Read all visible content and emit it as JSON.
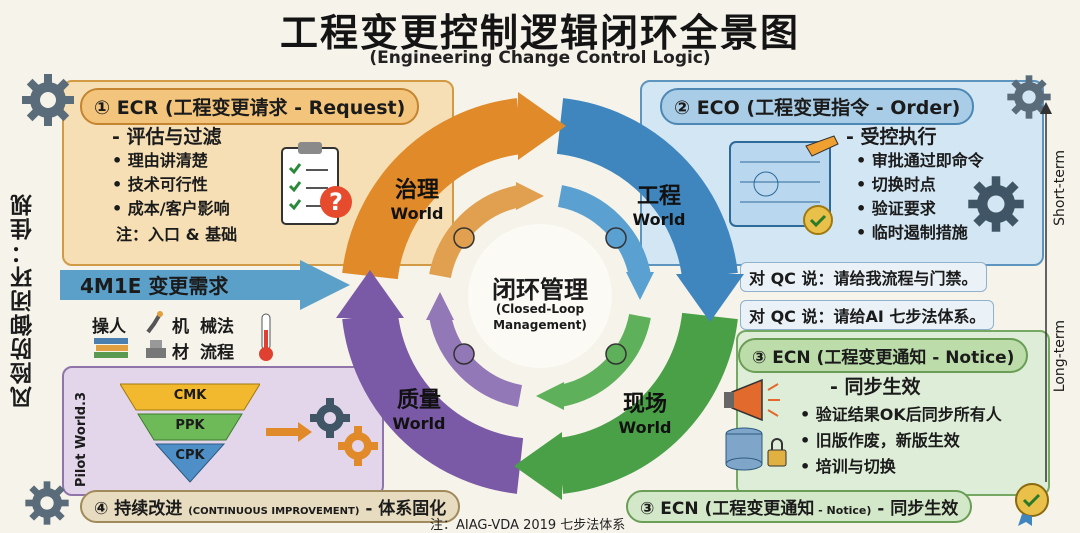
{
  "title": "工程变更控制逻辑闭环全景图",
  "subtitle": "(Engineering Change Control Logic)",
  "left_vertical": "风险防御闭环：佳规",
  "ecr": {
    "banner": "① ECR (工程变更请求 - Request)",
    "sub": "- 评估与过滤",
    "bullets": [
      "• 理由讲清楚",
      "• 技术可行性",
      "• 成本/客户影响"
    ],
    "note": "注：入口 & 基础"
  },
  "eco": {
    "banner": "② ECO (工程变更指令 - Order)",
    "sub": "- 受控执行",
    "bullets": [
      "• 审批通过即命令",
      "• 切换时点",
      "• 验证要求",
      "• 临时遏制措施"
    ]
  },
  "qc": {
    "line1": "对 QC 说：请给我流程与门禁。",
    "line2": "对 QC 说：请给AI 七步法体系。"
  },
  "ecn": {
    "banner": "③ ECN (工程变更通知 - Notice)",
    "sub": "- 同步生效",
    "bullets": [
      "• 验证结果OK后同步所有人",
      "• 旧版作废，新版生效",
      "• 培训与切换"
    ]
  },
  "ecn_bottom": {
    "main": "③ ECN (工程变更通知",
    "small": " - Notice)",
    "tail": " - 同步生效"
  },
  "fourm": "4M1E 变更需求",
  "fourm_items": [
    "操人",
    "机",
    "械法",
    "材",
    "流程"
  ],
  "cycle": {
    "governance": {
      "zh": "治理",
      "en": "World"
    },
    "engineering": {
      "zh": "工程",
      "en": "World"
    },
    "field": {
      "zh": "现场",
      "en": "World"
    },
    "quality": {
      "zh": "质量",
      "en": "World"
    }
  },
  "center": {
    "zh": "闭环管理",
    "en1": "(Closed-Loop",
    "en2": "Management)"
  },
  "pyramid": [
    "CMK",
    "PPK",
    "CPK"
  ],
  "pilot": "Pilot World.3",
  "ci": {
    "main": "④ 持续改进 ",
    "small": "(CONTINUOUS IMPROVEMENT)",
    "tail": " - 体系固化"
  },
  "short_term": "Short-term",
  "long_term": "Long-term",
  "footnote": "注：AIAG-VDA 2019 七步法体系",
  "colors": {
    "orange": "#e08a2a",
    "blue": "#3f86bf",
    "green": "#4aa046",
    "purple": "#7a5aa6"
  }
}
